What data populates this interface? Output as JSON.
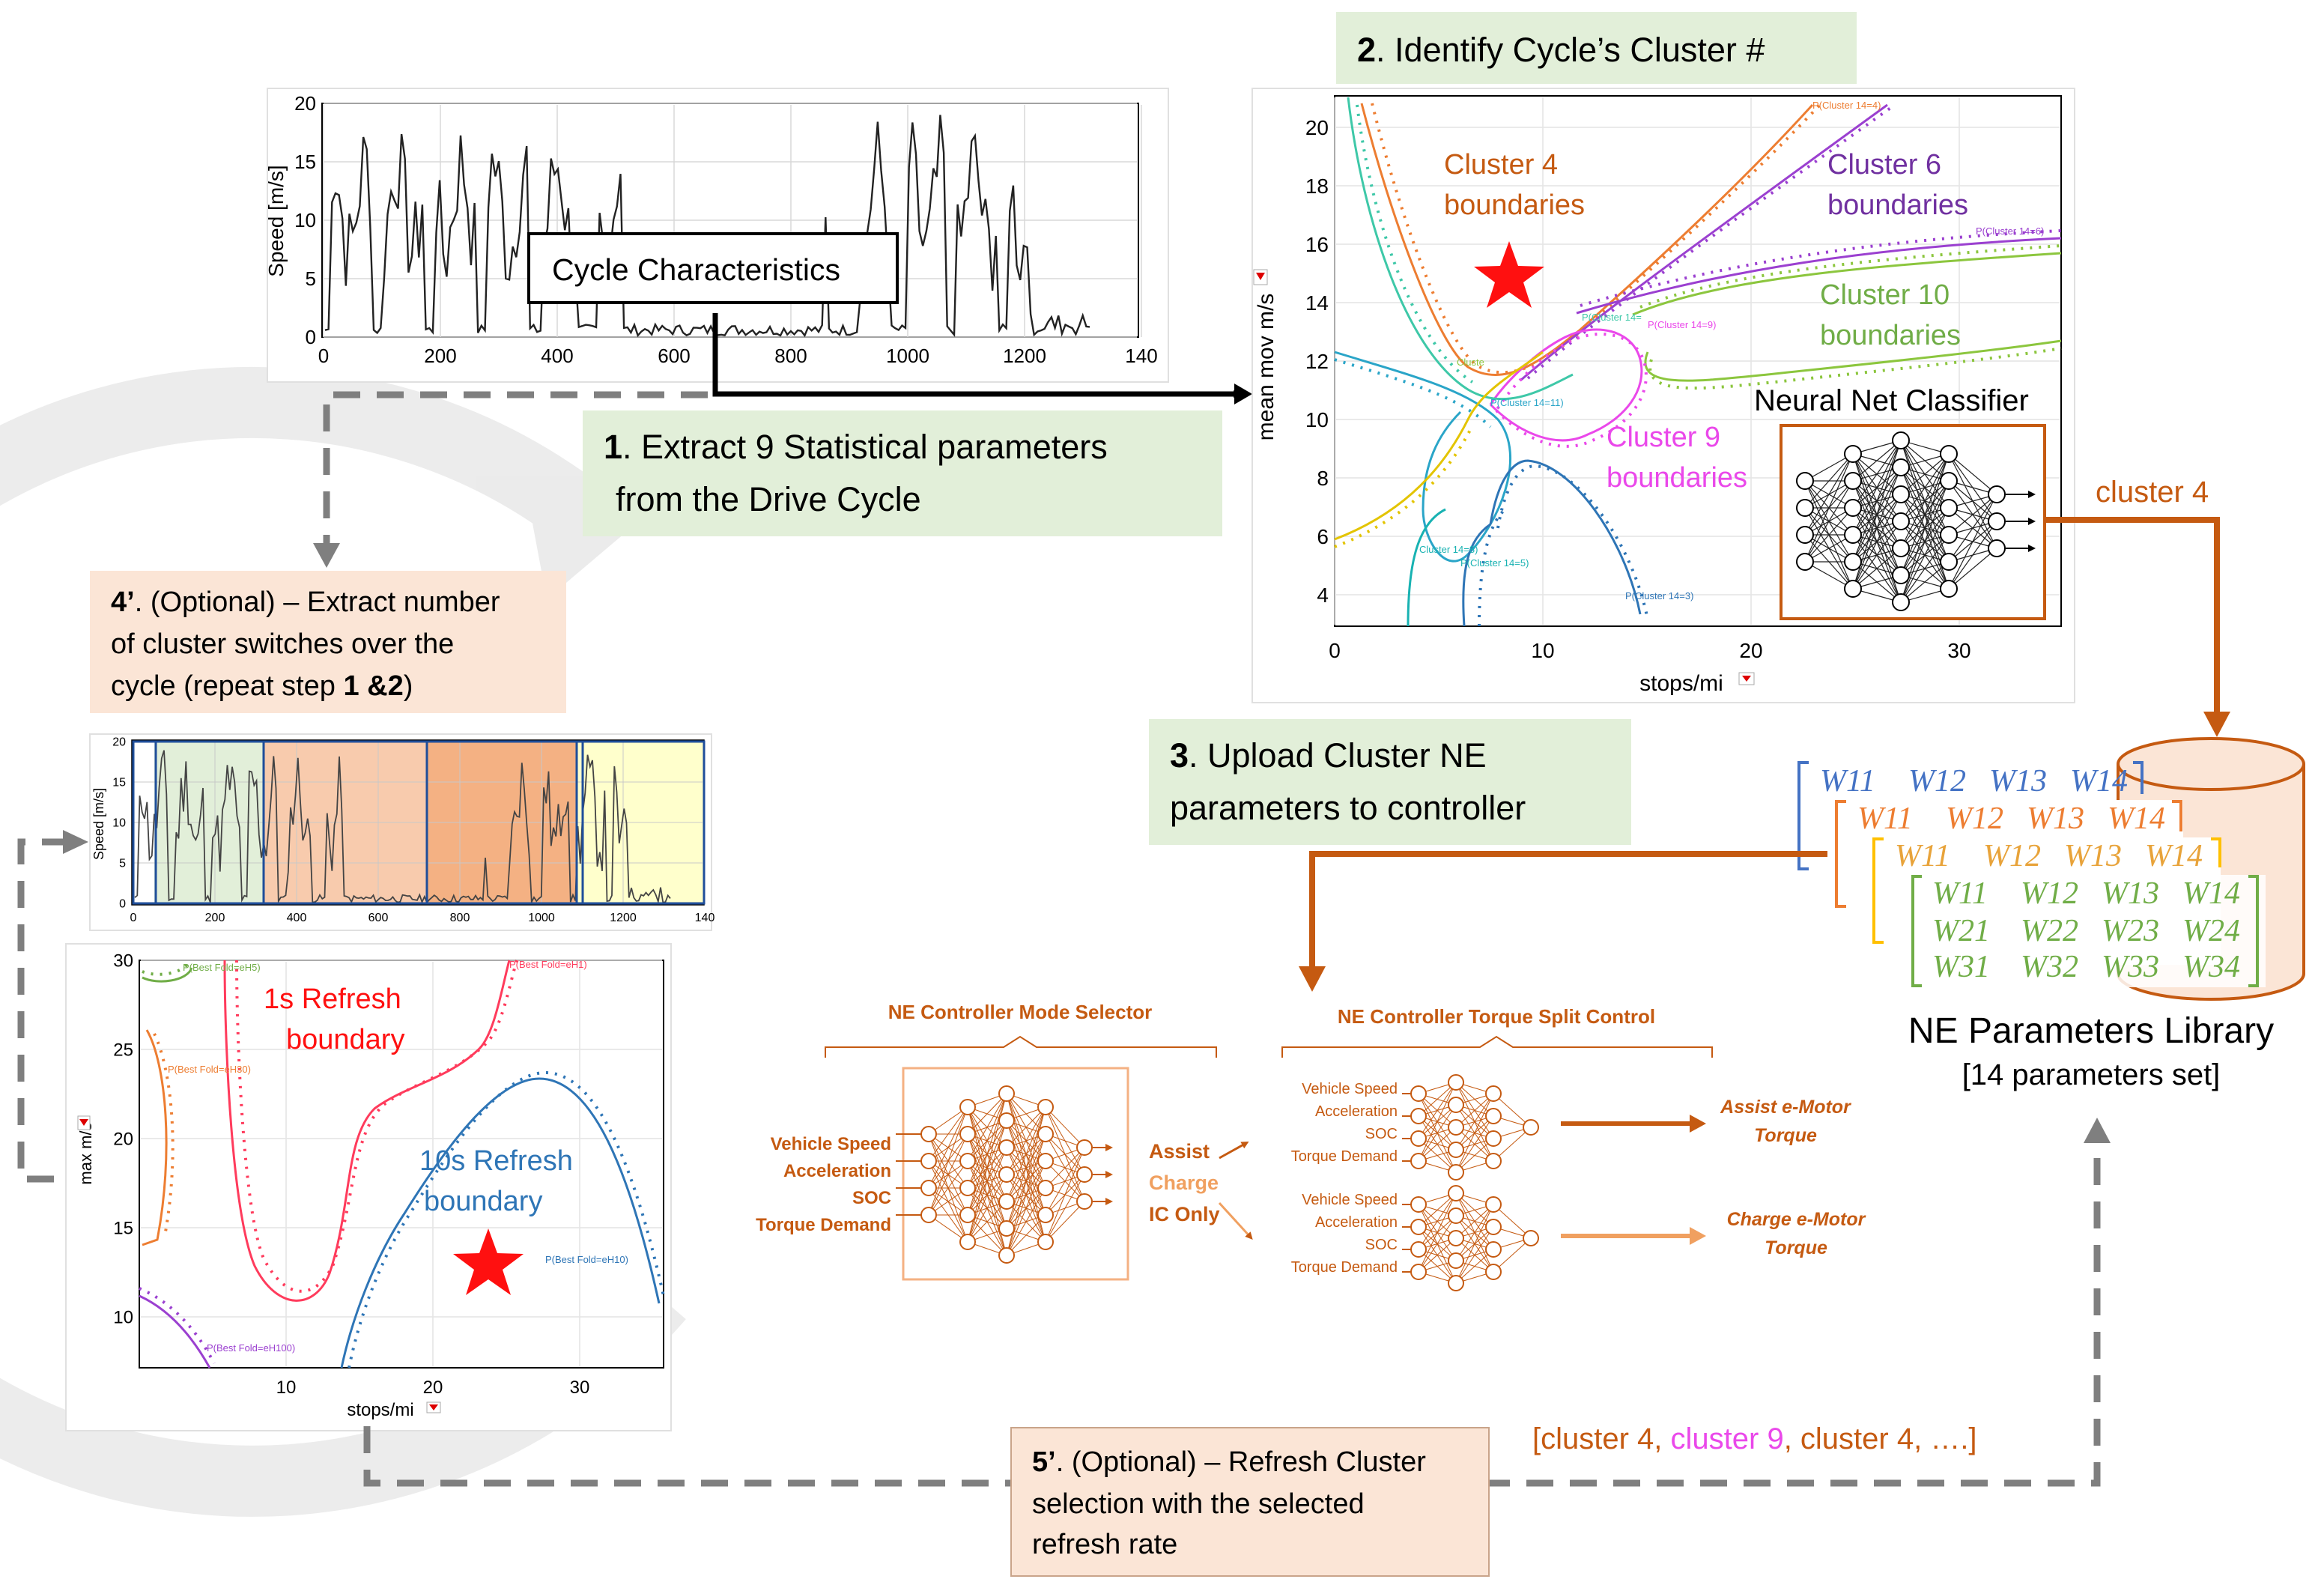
{
  "steps": {
    "step1": {
      "num": "1",
      "text1": ". Extract 9 Statistical parameters",
      "text2": "from the Drive Cycle"
    },
    "step2": {
      "num": "2",
      "text": ". Identify Cycle’s Cluster #"
    },
    "step3": {
      "num": "3",
      "text1": ". Upload Cluster NE",
      "text2": "parameters to controller"
    },
    "step4": {
      "num": "4’",
      "text1": ". (Optional) – Extract number",
      "text2": "of cluster switches over the",
      "text3a": "cycle (repeat step ",
      "text3b": "1 &2",
      "text3c": ")"
    },
    "step5": {
      "num": "5’",
      "text1": ". (Optional) – Refresh Cluster",
      "text2": "selection with the selected",
      "text3": "refresh rate"
    }
  },
  "labels": {
    "cycle_characteristics": "Cycle Characteristics",
    "cluster4_out": "cluster 4",
    "neural_net_classifier": "Neural Net Classifier",
    "library_title": "NE Parameters Library",
    "library_sub": "[14 parameters set]",
    "sequence_open": "[cluster 4, ",
    "sequence_c9": "cluster 9",
    "sequence_close": ", cluster 4, ….]"
  },
  "colors": {
    "orange": "#c55a11",
    "purple": "#7030a0",
    "green": "#70ad47",
    "magenta": "#ea48ea",
    "red": "#e02020",
    "blue": "#2e75b6",
    "teal": "#28c4b4",
    "gold": "#e8a33a"
  },
  "speed_chart": {
    "ylabel": "Speed [m/s]",
    "xticks": [
      "0",
      "200",
      "400",
      "600",
      "800",
      "1000",
      "1200",
      "140"
    ],
    "yticks": [
      "20",
      "15",
      "10",
      "5",
      "0"
    ]
  },
  "cluster_chart": {
    "xlabel": "stops/mi",
    "ylabel": "mean mov m/s",
    "xticks": [
      "0",
      "10",
      "20",
      "30"
    ],
    "yticks": [
      "20",
      "18",
      "16",
      "14",
      "12",
      "10",
      "8",
      "6",
      "4"
    ],
    "cluster4": {
      "line1": "Cluster 4",
      "line2": "boundaries"
    },
    "cluster6": {
      "line1": "Cluster 6",
      "line2": "boundaries"
    },
    "cluster10": {
      "line1": "Cluster 10",
      "line2": "boundaries"
    },
    "cluster9": {
      "line1": "Cluster 9",
      "line2": "boundaries"
    },
    "curve_labels": [
      "P(Cluster 14=4)",
      "P(Cluster 14=6)",
      "P(Cluster 14=9)",
      "P(Cluster 14=",
      "P(Cluster 14=11)",
      "P(Cluster 14=3)",
      "P(Cluster 14=5)",
      "Cluste",
      "Cluster 14=8)"
    ]
  },
  "segment_chart": {
    "ylabel": "Speed [m/s]",
    "yticks": [
      "20",
      "15",
      "10",
      "5",
      "0"
    ],
    "xticks": [
      "0",
      "200",
      "400",
      "600",
      "800",
      "1000",
      "1200",
      "140"
    ]
  },
  "refresh_chart": {
    "xlabel": "stops/mi",
    "ylabel": "max m/s",
    "xticks": [
      "10",
      "20",
      "30"
    ],
    "yticks": [
      "30",
      "25",
      "20",
      "15",
      "10"
    ],
    "r1": {
      "line1": "1s Refresh",
      "line2": "boundary"
    },
    "r10": {
      "line1": "10s Refresh",
      "line2": "boundary"
    },
    "curve_labels": [
      "P(Best Fold=eH5)",
      "P(Best Fold=eH1)",
      "P(Best Fold=eH30)",
      "P(Best Fold=eH10)",
      "P(Best Fold=eH100)"
    ]
  },
  "matrices": [
    {
      "row1": [
        "W11",
        "W12",
        "W13",
        "W14"
      ]
    },
    {
      "row1": [
        "W11",
        "W12",
        "W13",
        "W14"
      ]
    },
    {
      "row1": [
        "W11",
        "W12",
        "W13",
        "W14"
      ]
    },
    {
      "row1": [
        "W11",
        "W12",
        "W13",
        "W14"
      ],
      "row2": [
        "W21",
        "W22",
        "W23",
        "W24"
      ],
      "row3": [
        "W31",
        "W32",
        "W33",
        "W34"
      ]
    }
  ],
  "controller": {
    "mode_title": "NE Controller  Mode Selector",
    "torque_title": "NE Controller Torque Split Control",
    "inputs": [
      "Vehicle Speed",
      "Acceleration",
      "SOC",
      "Torque Demand"
    ],
    "modes": [
      "Assist",
      "Charge",
      "IC Only"
    ],
    "outputs": {
      "assist1": "Assist e-Motor",
      "assist2": "Torque",
      "charge1": "Charge e-Motor",
      "charge2": "Torque"
    }
  }
}
